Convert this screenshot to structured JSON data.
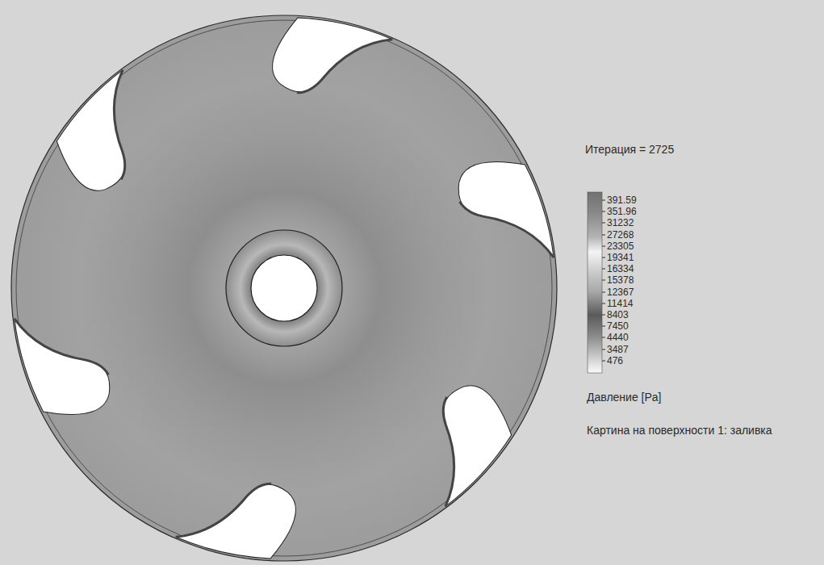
{
  "diagram": {
    "labels": [
      "Итерация = 2725",
      "391.59",
      "351.96",
      "31232",
      "27268",
      "23305",
      "19341",
      "16334",
      "15378",
      "12367",
      "11414",
      "8403",
      "7450",
      "4440",
      "3487",
      "476",
      "Давление [Pa]",
      "Картина на поверхности 1: заливка"
    ]
  }
}
